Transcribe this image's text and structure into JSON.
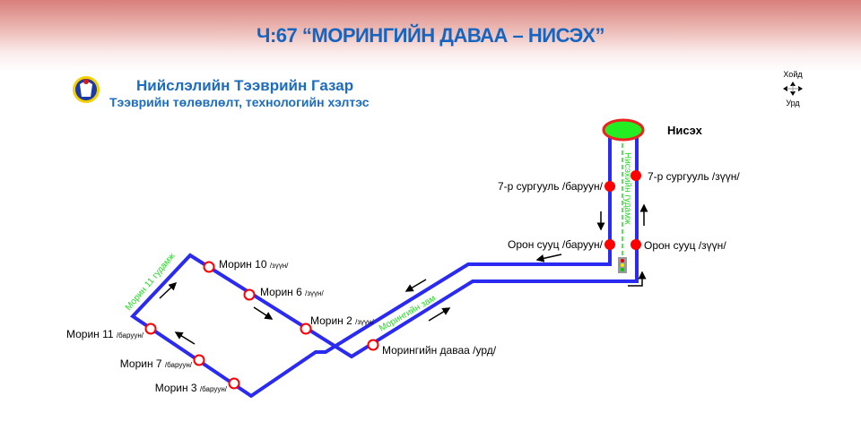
{
  "title": "Ч:67 “МОРИНГИЙН ДАВАА – НИСЭХ”",
  "organization": {
    "name": "Нийслэлийн Тээврийн Газар",
    "department": "Тээврийн төлөвлөлт, технологийн хэлтэс"
  },
  "compass": {
    "north": "Хойд",
    "south": "Урд"
  },
  "terminal": "Нисэх",
  "streets": {
    "nisekh": "Нисэхийн гудамж",
    "morin11": "Морин 11 гудамж",
    "moringiin": "Морингийн зам"
  },
  "stops": [
    {
      "name": "7-р сургууль /баруун/",
      "suffix": ""
    },
    {
      "name": "7-р сургууль /зүүн/",
      "suffix": ""
    },
    {
      "name": "Орон сууц /баруун/",
      "suffix": ""
    },
    {
      "name": "Орон сууц /зүүн/",
      "suffix": ""
    },
    {
      "name": "Морин 10 ",
      "suffix": "/зүүн/"
    },
    {
      "name": "Морин 6 ",
      "suffix": "/зүүн/"
    },
    {
      "name": "Морин 2 ",
      "suffix": "/зүүн/"
    },
    {
      "name": "Морингийн даваа /урд/",
      "suffix": ""
    },
    {
      "name": "Морин 11 ",
      "suffix": "/баруун/"
    },
    {
      "name": "Морин 7 ",
      "suffix": "/баруун/"
    },
    {
      "name": "Морин 3 ",
      "suffix": "/баруун/"
    }
  ],
  "colors": {
    "route": "#2a2af0",
    "stop": "#ff0000",
    "street": "#22dd22",
    "title": "#1565c0"
  }
}
